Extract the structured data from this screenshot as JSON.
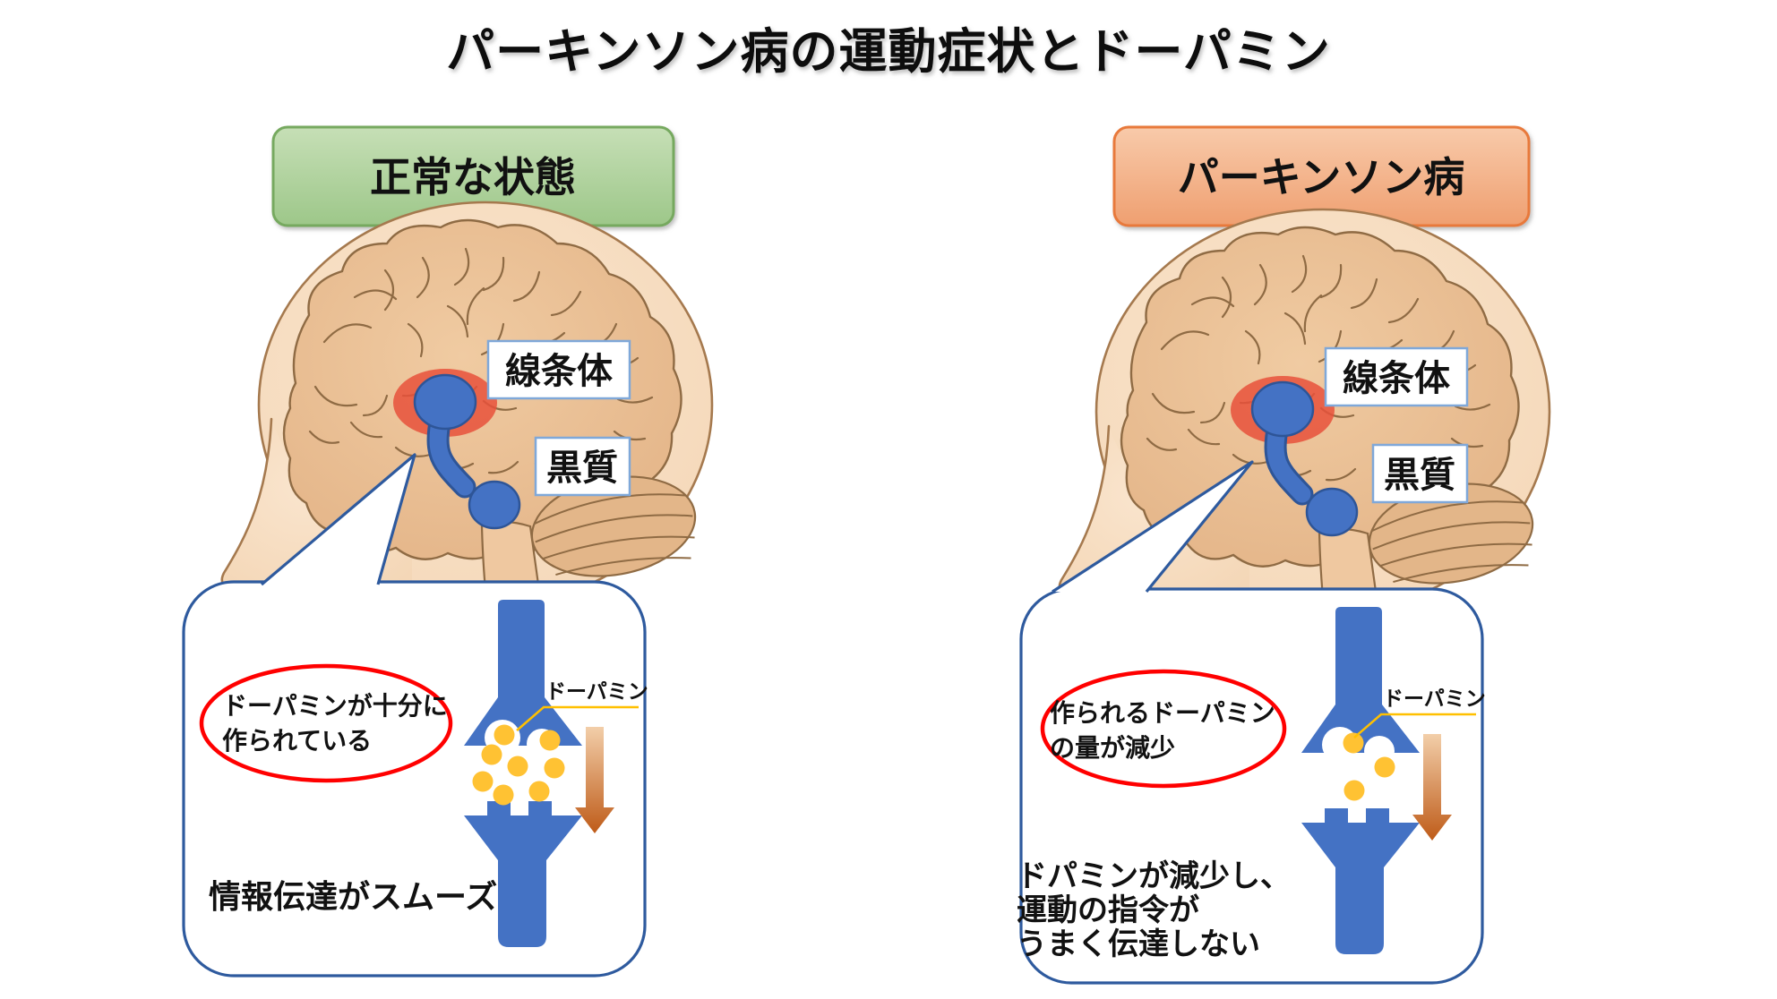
{
  "title": "パーキンソン病の運動症状とドーパミン",
  "colors": {
    "accent_blue": "#4472C4",
    "deep_blue": "#2E5597",
    "bubble_border": "#2E5A9E",
    "highlight_red": "#FF0000",
    "striatum_glow_red": "#E8513B",
    "dopamine_yellow": "#FFC233",
    "pointer_yellow": "#FFC000",
    "arrow_brown": "#BE5A17",
    "green_header_fill": "#A9CE96",
    "green_header_border": "#76A95F",
    "orange_header_fill": "#F3B28F",
    "orange_header_border": "#E8793A",
    "skin": "#F8DEC5",
    "brain_tan": "#EBC094"
  },
  "panels": [
    {
      "id": "normal",
      "header": "正常な状態",
      "striatum_label": "線条体",
      "nigra_label": "黒質",
      "dopamine_label": "ドーパミン",
      "callout_lines": [
        "ドーパミンが十分に",
        "作られている"
      ],
      "caption_lines": [
        "情報伝達がスムーズ"
      ],
      "dopamine_dot_count": 8,
      "dopamine_dots": [
        [
          563,
          821
        ],
        [
          549,
          843
        ],
        [
          578,
          856
        ],
        [
          614,
          827
        ],
        [
          619,
          858
        ],
        [
          539,
          873
        ],
        [
          562,
          888
        ],
        [
          602,
          884
        ]
      ]
    },
    {
      "id": "parkinson",
      "header": "パーキンソン病",
      "striatum_label": "線条体",
      "nigra_label": "黒質",
      "dopamine_label": "ドーパミン",
      "callout_lines": [
        "作られるドーパミン",
        "の量が減少"
      ],
      "caption_lines": [
        "ドパミンが減少し、",
        "運動の指令が",
        "うまく伝達しない"
      ],
      "dopamine_dot_count": 3,
      "dopamine_dots": [
        [
          1511,
          830
        ],
        [
          1546,
          857
        ],
        [
          1512,
          883
        ]
      ]
    }
  ]
}
